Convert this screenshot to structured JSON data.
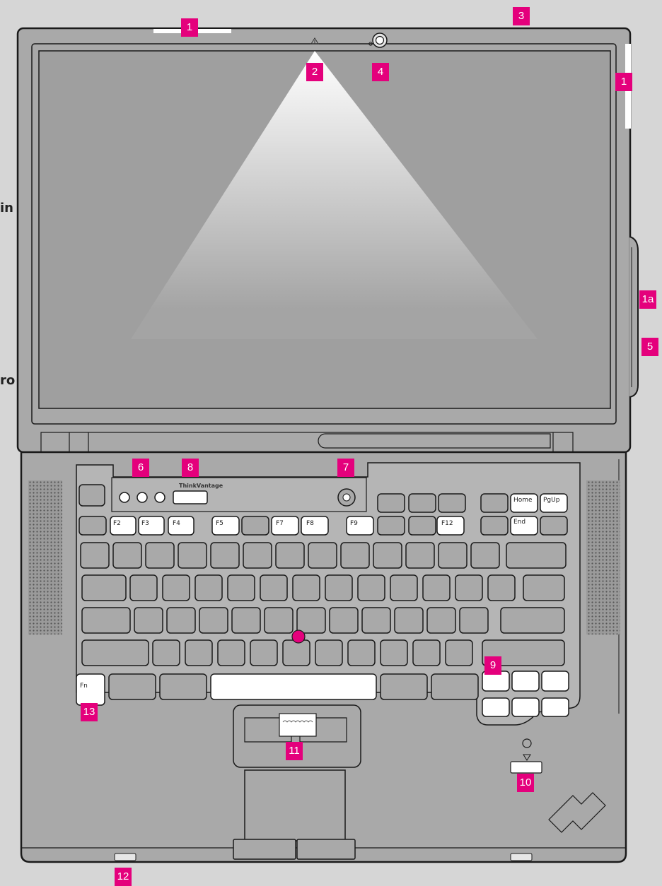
{
  "side_text": {
    "left_top": "in",
    "left_bottom": "ro"
  },
  "callouts": {
    "c1_top": "1",
    "c1_right": "1",
    "c1a": "1a",
    "c2": "2",
    "c3": "3",
    "c4": "4",
    "c5": "5",
    "c6": "6",
    "c7": "7",
    "c8": "8",
    "c9": "9",
    "c10": "10",
    "c11": "11",
    "c12": "12",
    "c13": "13"
  },
  "brand_label": "ThinkVantage",
  "keys": {
    "fn": "Fn",
    "f2": "F2",
    "f3": "F3",
    "f4": "F4",
    "f5": "F5",
    "f7": "F7",
    "f8": "F8",
    "f9": "F9",
    "f12": "F12",
    "home": "Home",
    "end": "End",
    "pgup": "PgUp"
  },
  "colors": {
    "accent": "#e4007c",
    "body": "#a9a9a9",
    "line": "#1a1a1a",
    "highlight": "#ffffff"
  }
}
